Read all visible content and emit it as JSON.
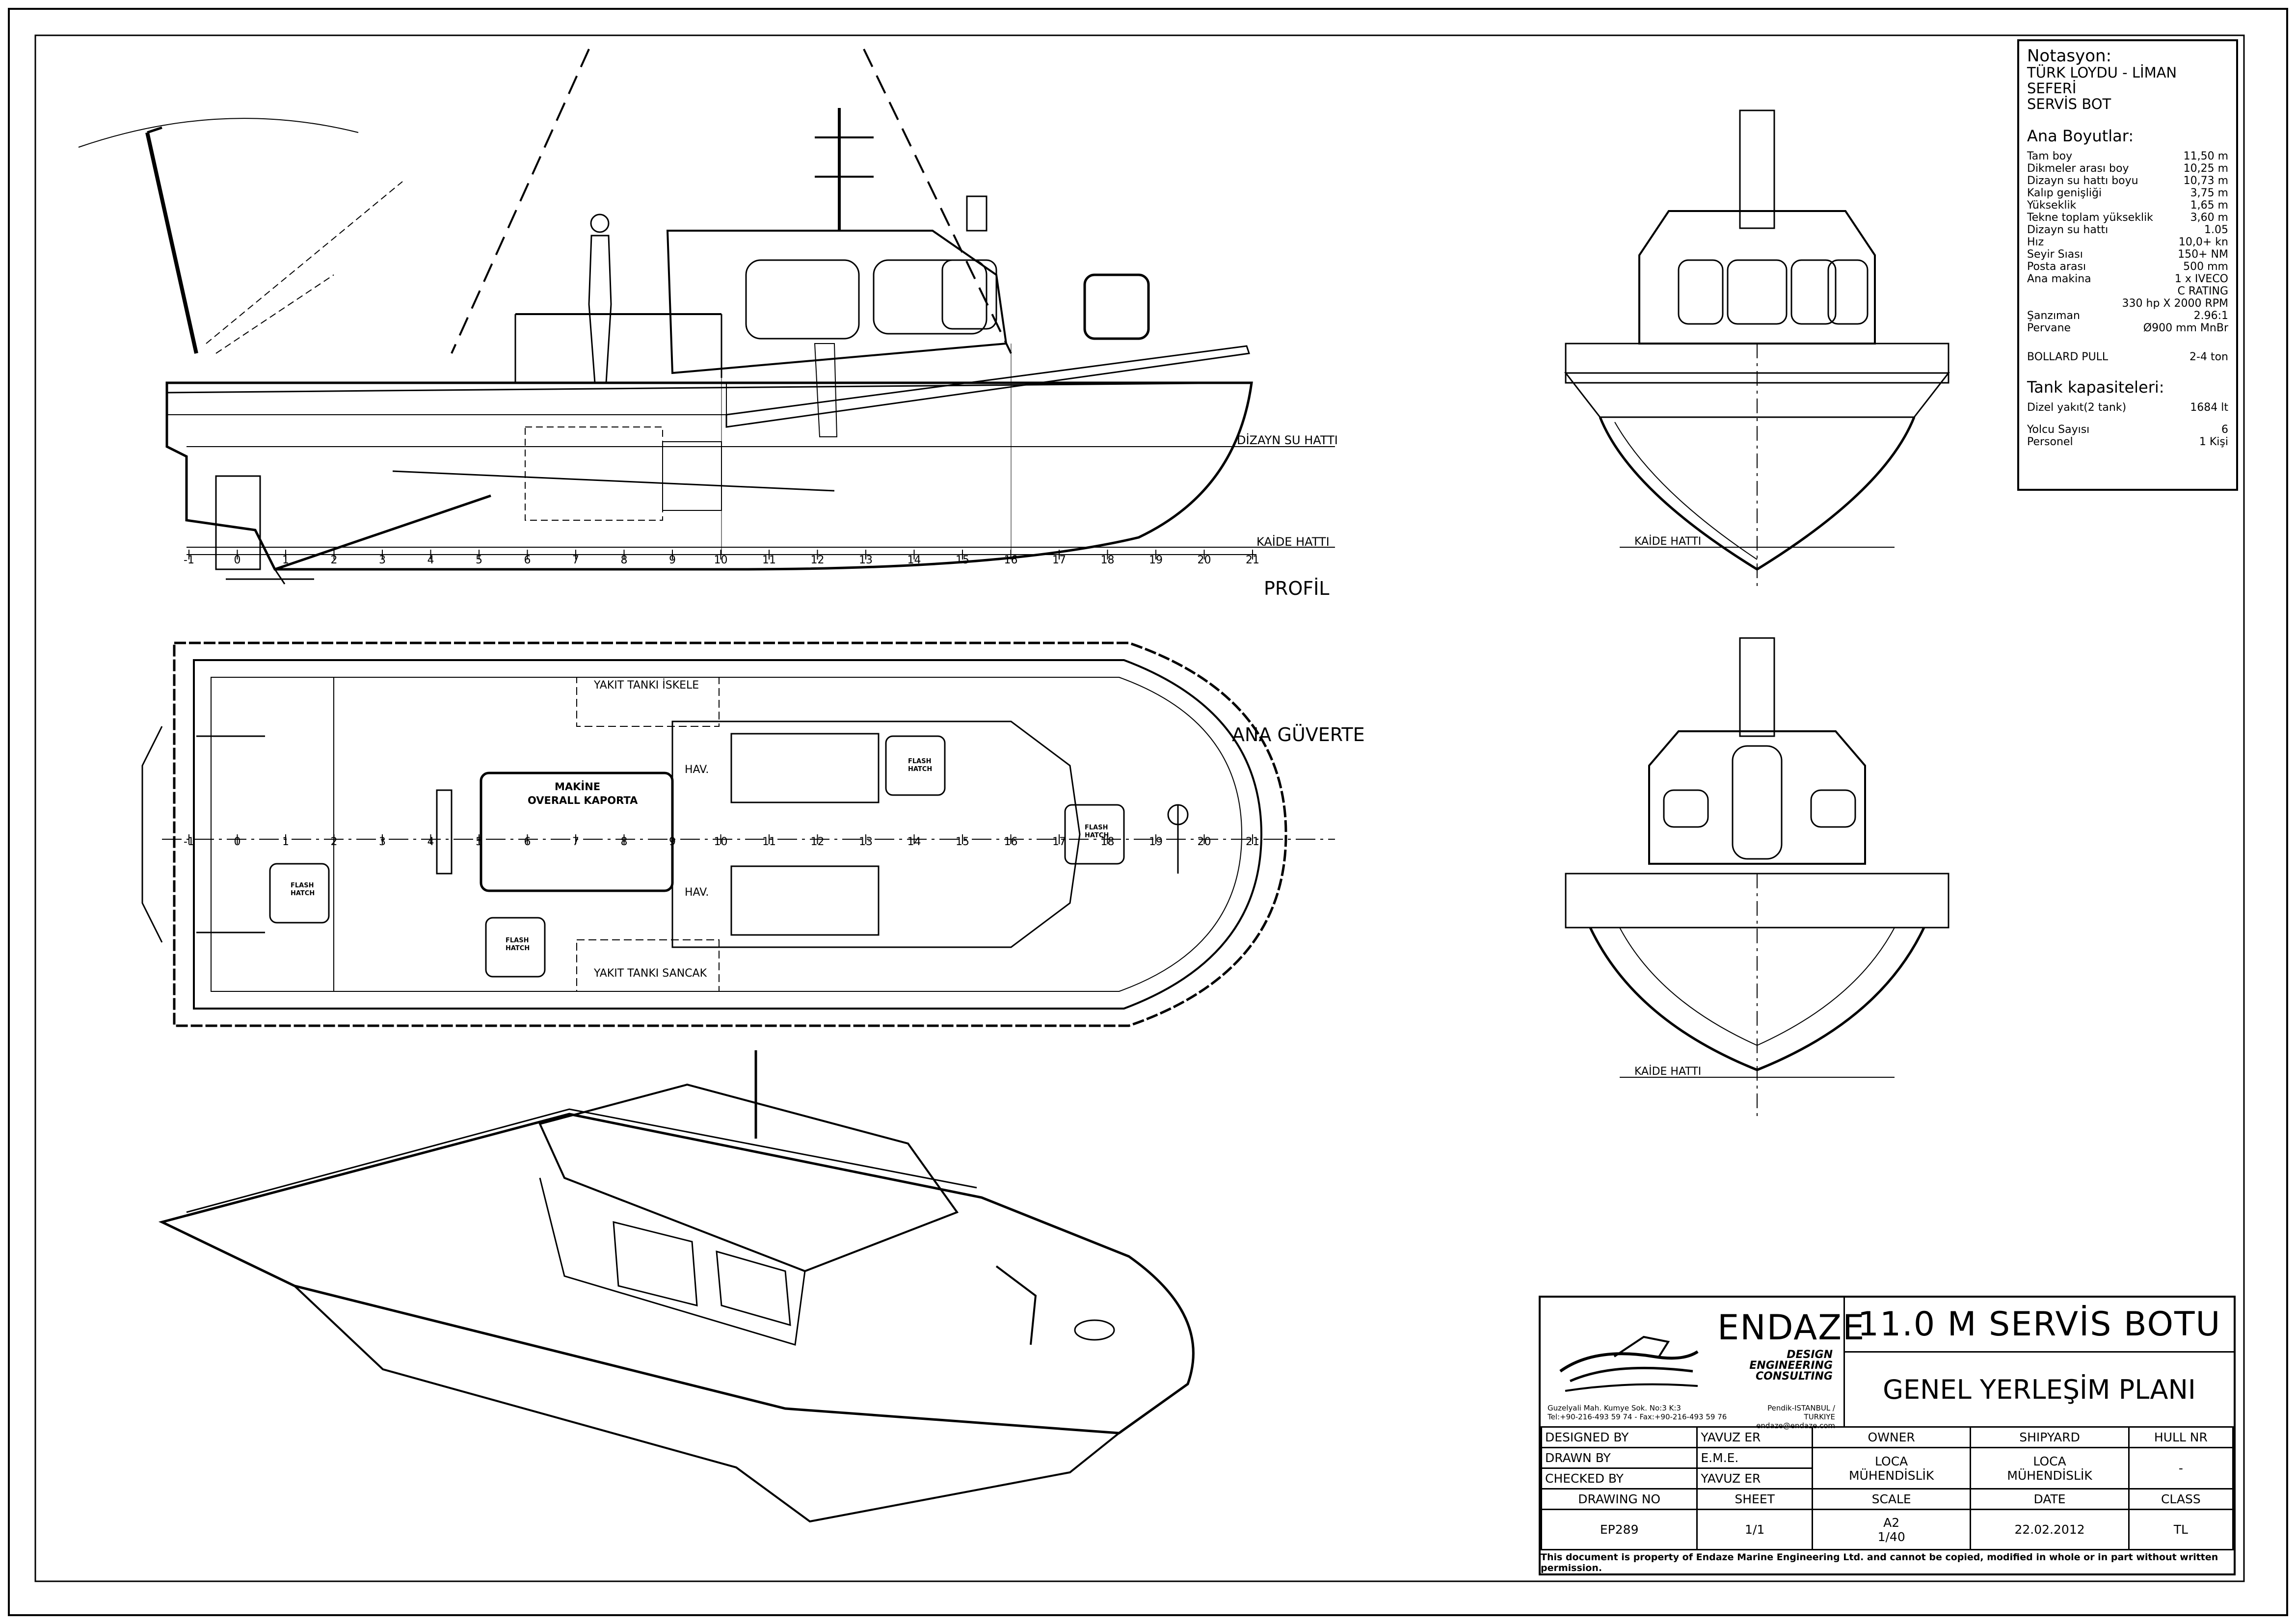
{
  "views": {
    "profile_label": "PROFİL",
    "deck_label": "ANA GÜVERTE",
    "waterline_label": "DİZAYN SU HATTI",
    "baseline_label": "KAİDE HATTI",
    "frames": [
      "-1",
      "0",
      "1",
      "2",
      "3",
      "4",
      "5",
      "6",
      "7",
      "8",
      "9",
      "10",
      "11",
      "12",
      "13",
      "14",
      "15",
      "16",
      "17",
      "18",
      "19",
      "20",
      "21"
    ],
    "deck_notes": {
      "fuel_port": "YAKIT TANKI İSKELE",
      "fuel_stbd": "YAKIT TANKI SANCAK",
      "engine_line1": "MAKİNE",
      "engine_line2": "OVERALL KAPORTA",
      "vent1": "HAV.",
      "vent2": "HAV.",
      "hatch_line1": "FLASH",
      "hatch_line2": "HATCH"
    }
  },
  "specs": {
    "notation_title": "Notasyon:",
    "notation_1": "TÜRK LOYDU - LİMAN SEFERİ",
    "notation_2": "SERVİS BOT",
    "dims_title": "Ana Boyutlar:",
    "rows": [
      {
        "k": "Tam boy",
        "v": "11,50 m"
      },
      {
        "k": "Dikmeler arası boy",
        "v": "10,25 m"
      },
      {
        "k": "Dizayn su hattı boyu",
        "v": "10,73 m"
      },
      {
        "k": "Kalıp genişliği",
        "v": "3,75 m"
      },
      {
        "k": "Yükseklik",
        "v": "1,65 m"
      },
      {
        "k": "Tekne toplam yükseklik",
        "v": "3,60 m"
      },
      {
        "k": "Dizayn su hattı",
        "v": "1.05"
      },
      {
        "k": "Hız",
        "v": "10,0+ kn"
      },
      {
        "k": "Seyir Sıası",
        "v": "150+ NM"
      },
      {
        "k": "Posta arası",
        "v": "500 mm"
      },
      {
        "k": "Ana makina",
        "v": "1 x IVECO"
      },
      {
        "k": "",
        "v": "C RATING"
      },
      {
        "k": "",
        "v": "330 hp X 2000 RPM"
      },
      {
        "k": "Şanzıman",
        "v": "2.96:1"
      },
      {
        "k": "Pervane",
        "v": "Ø900 mm MnBr"
      }
    ],
    "bollard": {
      "k": "BOLLARD PULL",
      "v": "2-4 ton"
    },
    "tank_title": "Tank kapasiteleri:",
    "fuel": {
      "k": "Dizel yakıt(2 tank)",
      "v": "1684 lt"
    },
    "passengers": {
      "k": "Yolcu Sayısı",
      "v": "6"
    },
    "crew": {
      "k": "Personel",
      "v": "1 Kişi"
    }
  },
  "titleblock": {
    "company": "ENDAZE",
    "tagline_1": "DESIGN",
    "tagline_2": "ENGINEERING",
    "tagline_3": "CONSULTING",
    "address_1": "Guzelyali Mah. Kumye Sok. No:3 K:3",
    "address_2": "Tel:+90-216-493 59 74 - Fax:+90-216-493 59 76",
    "city": "Pendik-ISTANBUL / TURKIYE",
    "email": "endaze@endaze.com",
    "title": "11.0 M SERVİS BOTU",
    "subtitle": "GENEL YERLEŞİM PLANI",
    "designed_by_label": "DESIGNED BY",
    "designed_by": "YAVUZ ER",
    "drawn_by_label": "DRAWN BY",
    "drawn_by": "E.M.E.",
    "checked_by_label": "CHECKED BY",
    "checked_by": "YAVUZ ER",
    "owner_label": "OWNER",
    "owner_1": "LOCA",
    "owner_2": "MÜHENDİSLİK",
    "shipyard_label": "SHIPYARD",
    "shipyard_1": "LOCA",
    "shipyard_2": "MÜHENDİSLİK",
    "hull_label": "HULL NR",
    "hull": "-",
    "drawing_no_label": "DRAWING NO",
    "drawing_no": "EP289",
    "sheet_label": "SHEET",
    "sheet": "1/1",
    "scale_label": "SCALE",
    "scale_1": "A2",
    "scale_2": "1/40",
    "date_label": "DATE",
    "date": "22.02.2012",
    "class_label": "CLASS",
    "class": "TL",
    "footer": "This document is property of  Endaze Marine Engineering Ltd. and cannot be copied, modified in whole or in part without written permission."
  }
}
